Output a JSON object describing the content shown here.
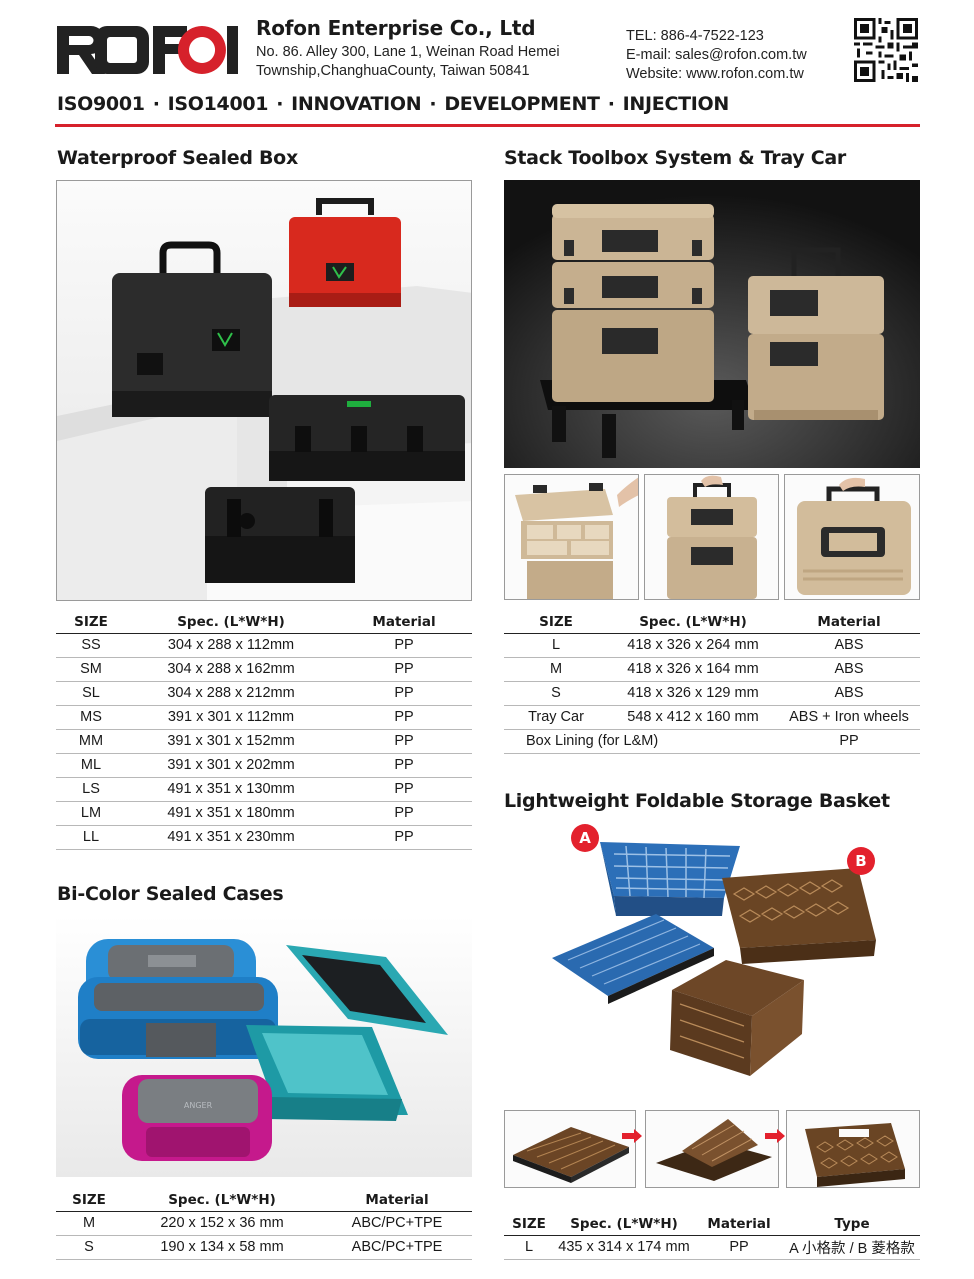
{
  "header": {
    "logo_text": "ROFON",
    "company_name": "Rofon Enterprise Co., Ltd",
    "address_line1": "No. 86. Alley 300, Lane 1, Weinan Road Hemei",
    "address_line2": "Township,ChanghuaCounty, Taiwan 50841",
    "tel": "TEL: 886-4-7522-123",
    "email": "E-mail: sales@rofon.com.tw",
    "website": "Website: www.rofon.com.tw",
    "certifications": [
      "ISO9001",
      "ISO14001",
      "INNOVATION",
      "DEVELOPMENT",
      "INJECTION"
    ],
    "accent_color": "#d6212b"
  },
  "waterproof": {
    "title": "Waterproof Sealed Box",
    "headers": [
      "SIZE",
      "Spec. (L*W*H)",
      "Material"
    ],
    "rows": [
      [
        "SS",
        "304 x 288 x 112mm",
        "PP"
      ],
      [
        "SM",
        "304 x 288 x 162mm",
        "PP"
      ],
      [
        "SL",
        "304 x 288 x 212mm",
        "PP"
      ],
      [
        "MS",
        "391 x 301 x 112mm",
        "PP"
      ],
      [
        "MM",
        "391 x 301 x 152mm",
        "PP"
      ],
      [
        "ML",
        "391 x 301 x 202mm",
        "PP"
      ],
      [
        "LS",
        "491 x 351 x 130mm",
        "PP"
      ],
      [
        "LM",
        "491 x 351 x 180mm",
        "PP"
      ],
      [
        "LL",
        "491 x 351 x 230mm",
        "PP"
      ]
    ]
  },
  "stack": {
    "title": "Stack Toolbox System & Tray Car",
    "headers": [
      "SIZE",
      "Spec. (L*W*H)",
      "Material"
    ],
    "rows": [
      [
        "L",
        "418 x 326 x 264 mm",
        "ABS"
      ],
      [
        "M",
        "418 x 326 x 164 mm",
        "ABS"
      ],
      [
        "S",
        "418 x 326 x 129 mm",
        "ABS"
      ],
      [
        "Tray Car",
        "548 x 412 x 160 mm",
        "ABS + Iron wheels"
      ]
    ],
    "lining_label": "Box Lining (for L&M)",
    "lining_material": "PP"
  },
  "bicolor": {
    "title": "Bi-Color Sealed Cases",
    "headers": [
      "SIZE",
      "Spec. (L*W*H)",
      "Material"
    ],
    "rows": [
      [
        "M",
        "220 x 152 x 36 mm",
        "ABC/PC+TPE"
      ],
      [
        "S",
        "190 x 134 x 58 mm",
        "ABC/PC+TPE"
      ]
    ],
    "case_logo_text": "ANGER"
  },
  "basket": {
    "title": "Lightweight Foldable Storage Basket",
    "badge_a": "A",
    "badge_b": "B",
    "headers": [
      "SIZE",
      "Spec. (L*W*H)",
      "Material",
      "Type"
    ],
    "rows": [
      [
        "L",
        "435 x 314 x 174 mm",
        "PP",
        "A 小格款 / B 菱格款"
      ]
    ]
  }
}
